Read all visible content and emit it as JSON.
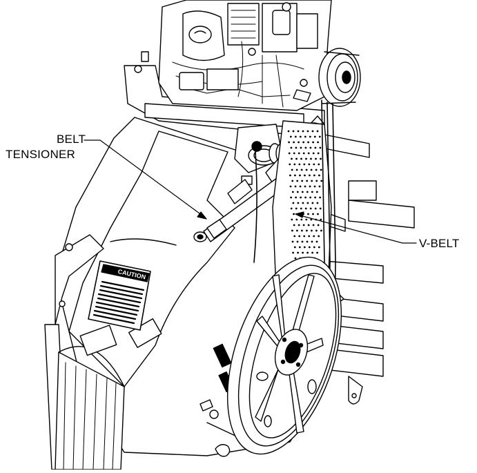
{
  "labels": {
    "belt_tensioner_line1": "BELT",
    "belt_tensioner_line2": "TENSIONER",
    "v_belt": "V-BELT"
  },
  "decal": {
    "caution_title": "CAUTION"
  },
  "colors": {
    "line": "#000000",
    "background": "#ffffff"
  }
}
